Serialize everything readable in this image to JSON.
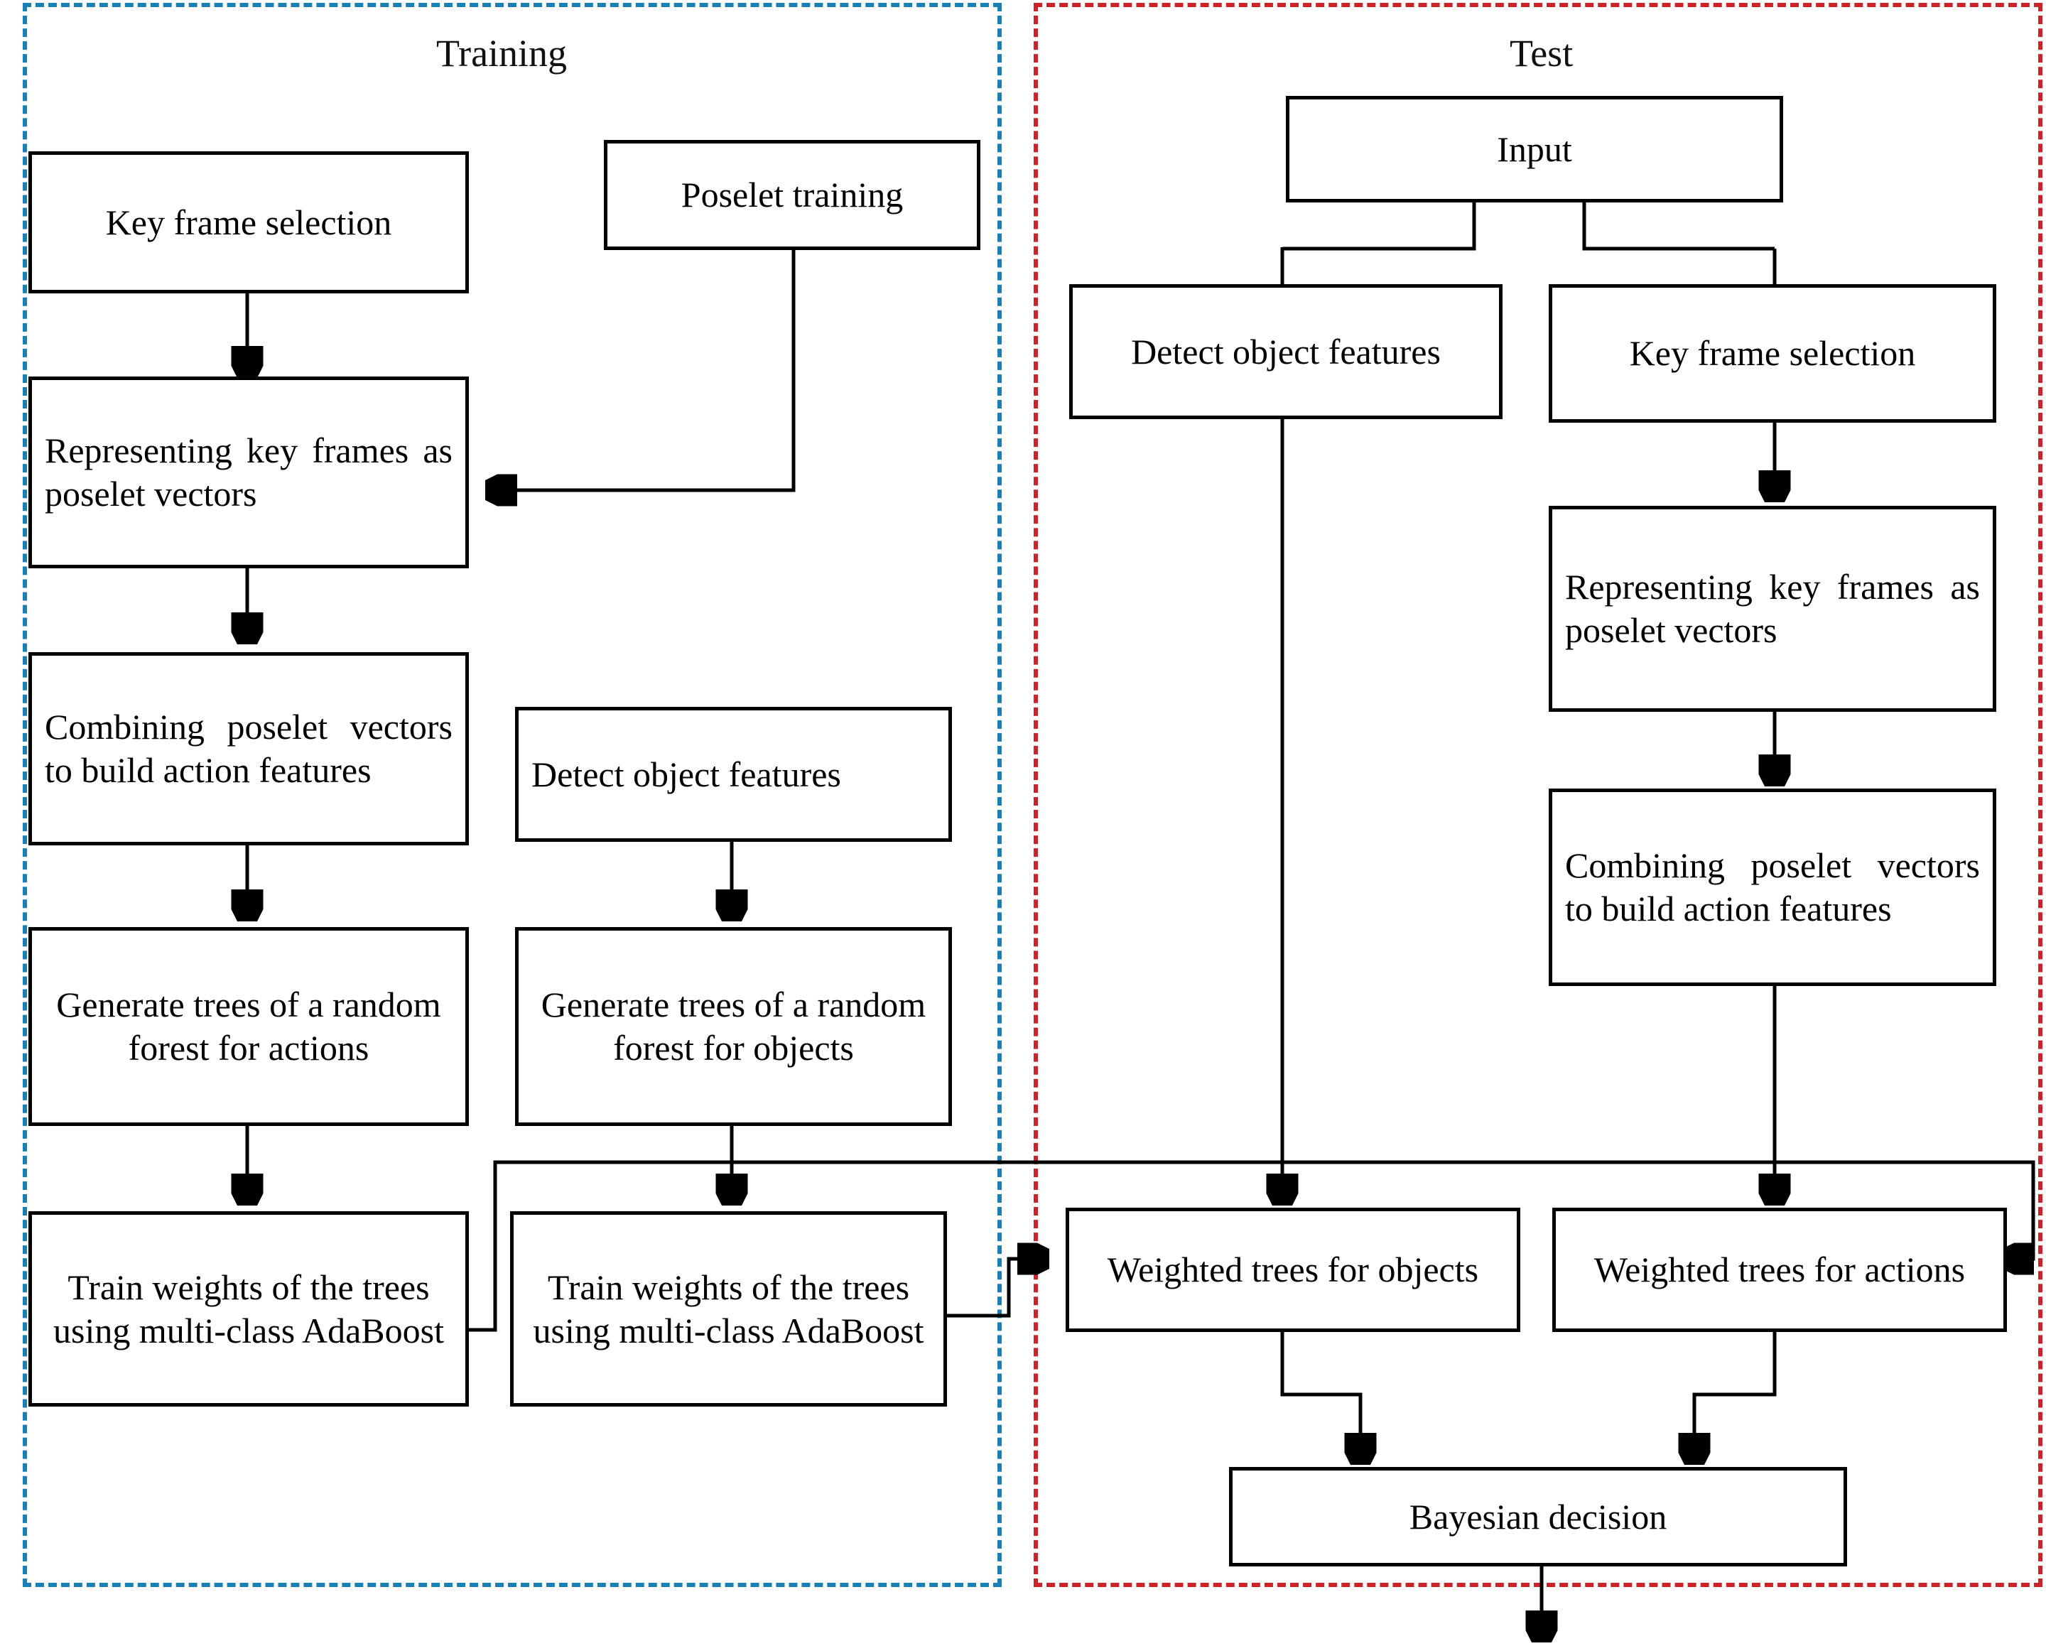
{
  "panels": [
    {
      "id": "training",
      "title": "Training",
      "border_color": "#1a7fb5",
      "border_style": "dashed"
    },
    {
      "id": "test",
      "title": "Test",
      "border_color": "#cc2229",
      "border_style": "dashed"
    }
  ],
  "training": {
    "title": "Training",
    "nodes": {
      "key_frame_selection": "Key frame selection",
      "poselet_training": "Poselet training",
      "representing_key_frames": "Representing key frames as poselet vectors",
      "combining_poselet_vectors": "Combining poselet vectors to build action features",
      "detect_object_features": "Detect object features",
      "generate_trees_actions": "Generate trees of a random forest for actions",
      "generate_trees_objects": "Generate trees of a random forest for objects",
      "train_weights_actions": "Train weights of the trees using multi-class AdaBoost",
      "train_weights_objects": "Train weights of the trees using multi-class AdaBoost"
    }
  },
  "test": {
    "title": "Test",
    "nodes": {
      "input": "Input",
      "detect_object_features": "Detect object features",
      "key_frame_selection": "Key frame selection",
      "representing_key_frames": "Representing key frames as poselet vectors",
      "combining_poselet_vectors": "Combining poselet vectors to build action features",
      "weighted_trees_objects": "Weighted trees for objects",
      "weighted_trees_actions": "Weighted trees for actions",
      "bayesian_decision": "Bayesian decision"
    }
  },
  "colors": {
    "training_border": "#1a7fb5",
    "test_border": "#cc2229",
    "node_border": "#000000",
    "arrow": "#000000",
    "background": "#ffffff"
  }
}
